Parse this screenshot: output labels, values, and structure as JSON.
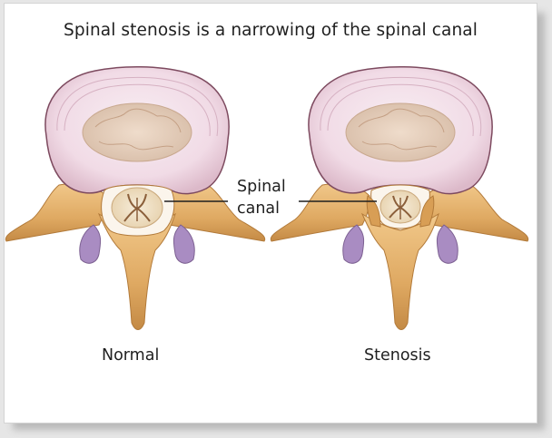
{
  "title": "Spinal stenosis is a narrowing of the spinal canal",
  "callout_line1": "Spinal",
  "callout_line2": "canal",
  "label_normal": "Normal",
  "label_stenosis": "Stenosis",
  "colors": {
    "disc_outer": "#f1dbe6",
    "disc_core": "#e4cdbb",
    "bone": "#e3b36f",
    "bone_shade": "#b9813f",
    "spinal_cord": "#efe2c9",
    "facet_joint": "#a98cc2"
  }
}
